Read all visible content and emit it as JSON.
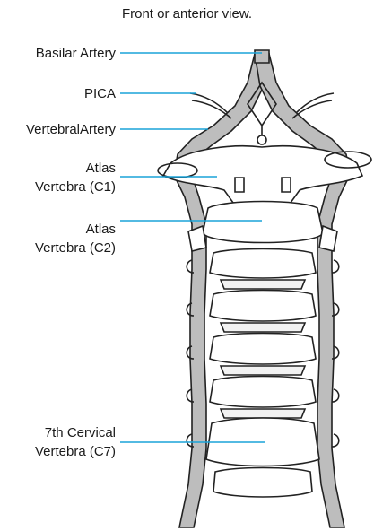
{
  "title": "Front or anterior view.",
  "labels": {
    "basilar": "Basilar Artery",
    "pica": "PICA",
    "vertebral": "VertebralArtery",
    "atlas_c1_line1": "Atlas",
    "atlas_c1_line2": "Vertebra (C1)",
    "atlas_c2_line1": "Atlas",
    "atlas_c2_line2": "Vertebra (C2)",
    "c7_line1": "7th Cervical",
    "c7_line2": "Vertebra (C7)"
  },
  "colors": {
    "leader_line": "#1aa3d9",
    "artery_fill": "#bdbdbd",
    "outline": "#222222"
  }
}
